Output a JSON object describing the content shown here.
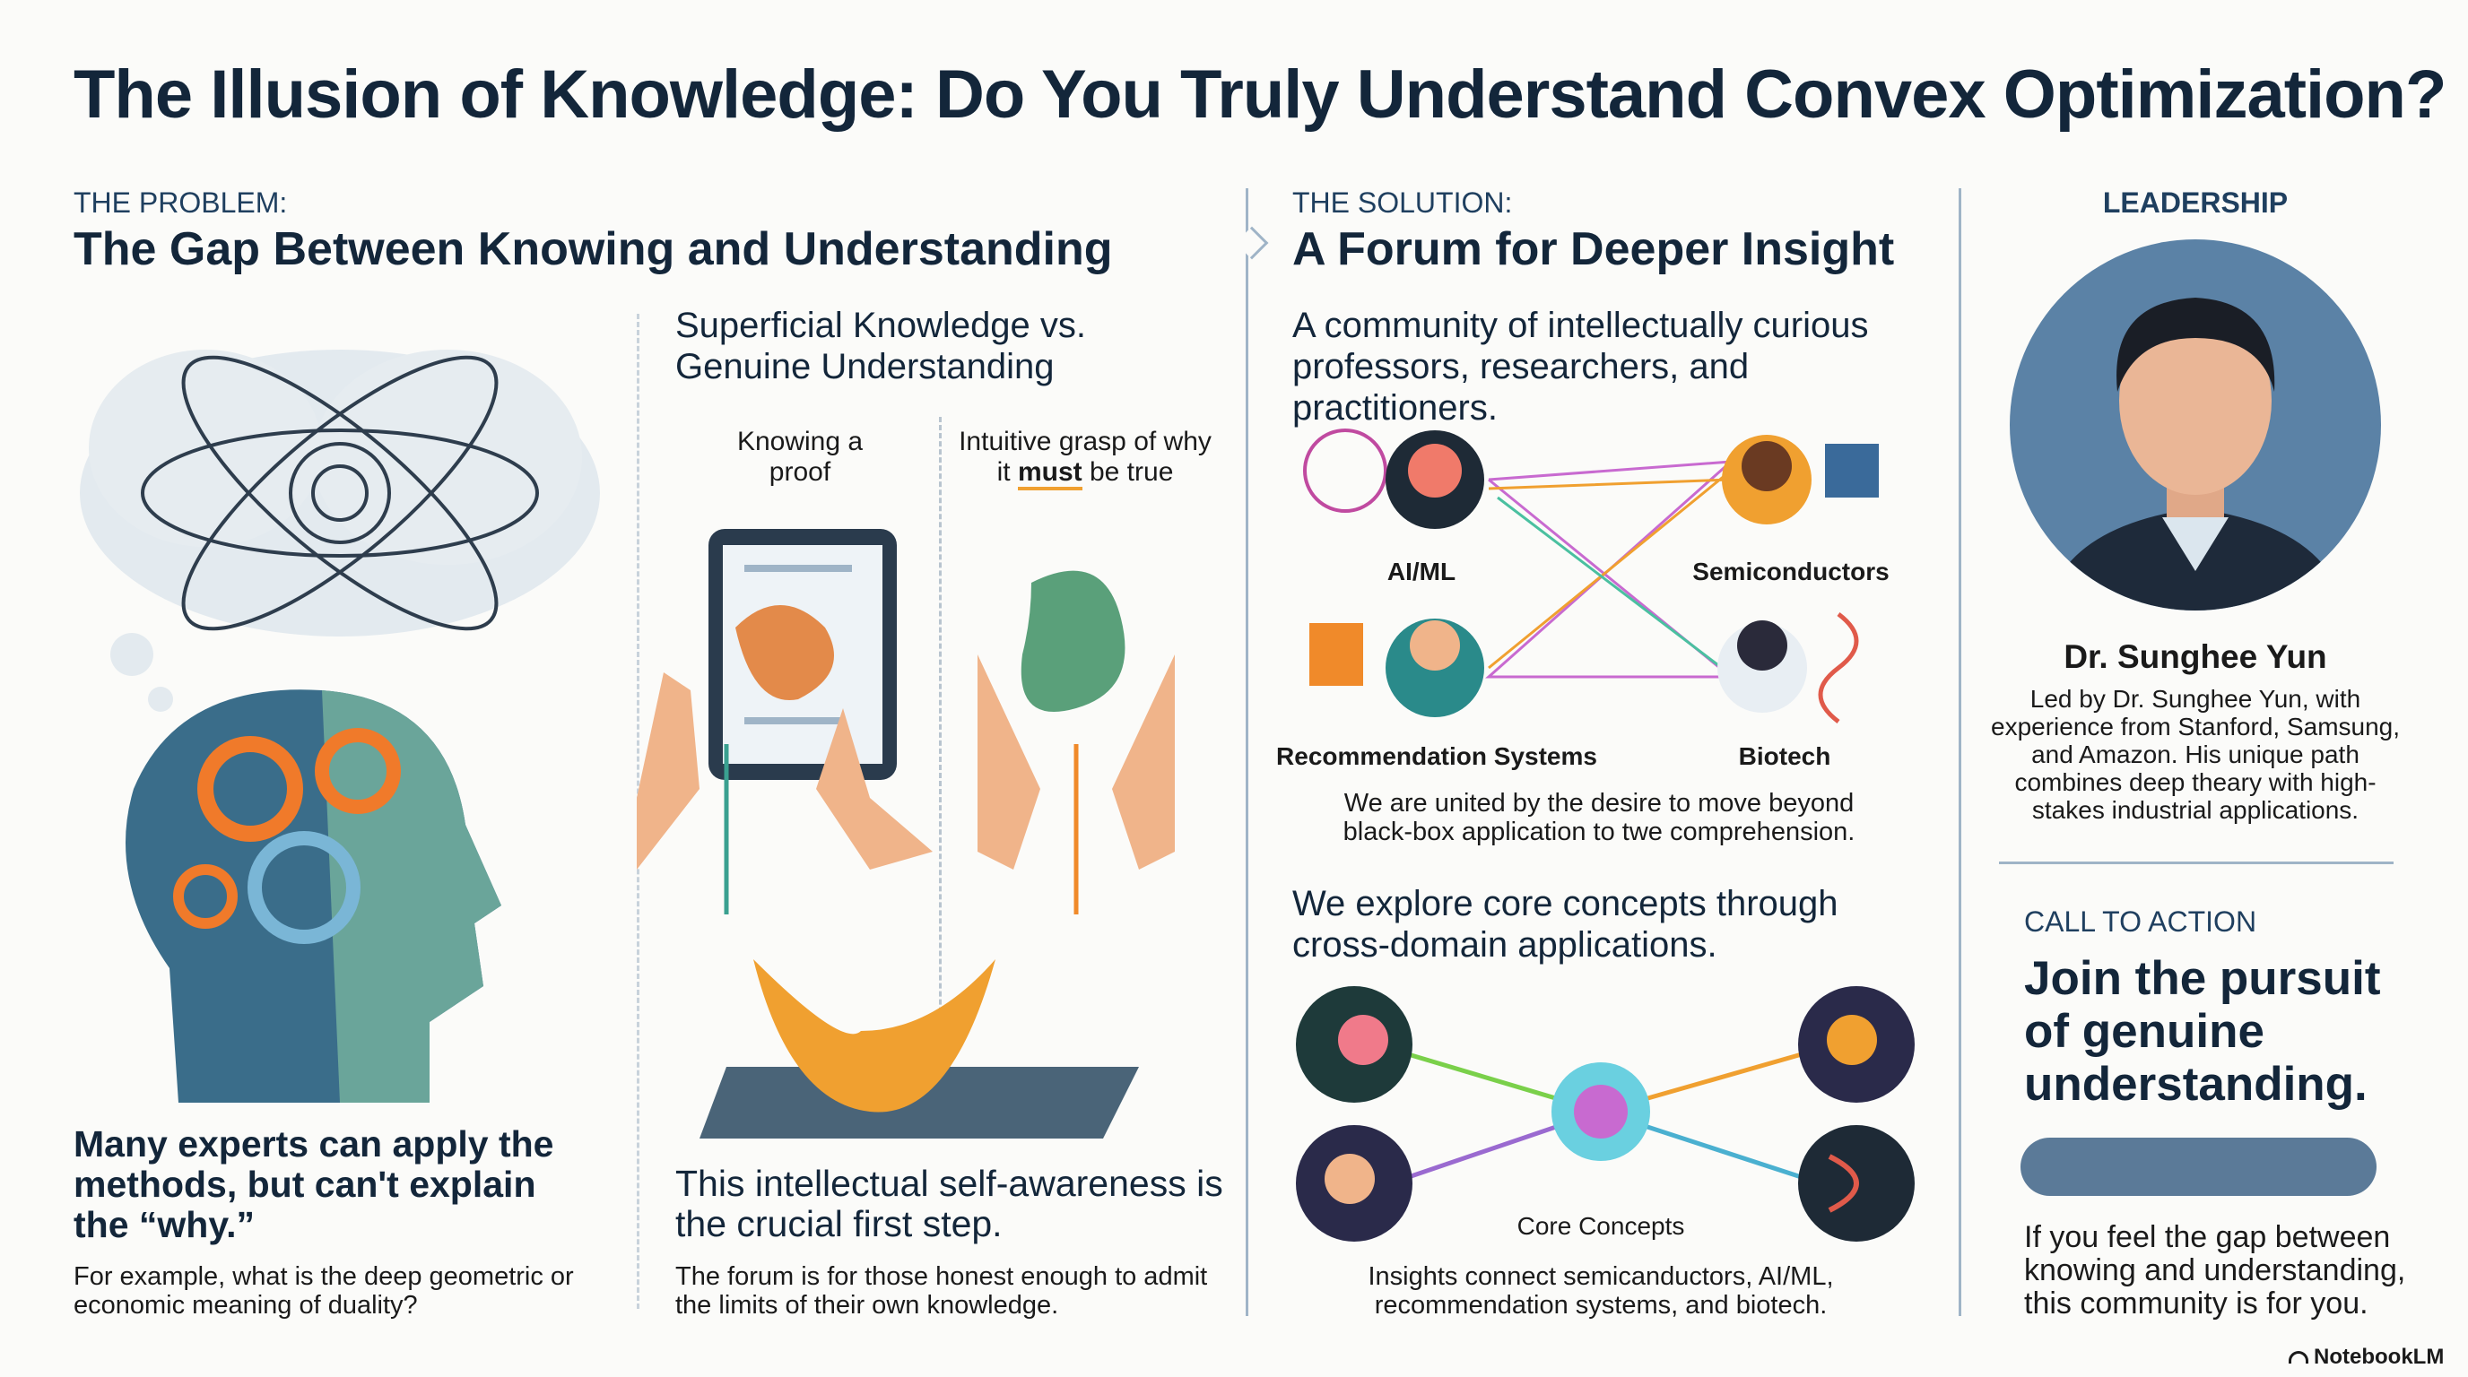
{
  "title": "The Illusion of Knowledge: Do You Truly Understand Convex Optimization?",
  "problem": {
    "label": "THE PROBLEM:",
    "heading": "The Gap Between Knowing and Understanding",
    "left": {
      "headline": "Many experts can apply the methods, but can't explain the “why.”",
      "example": "For example, what is the deep geometric or economic meaning of duality?"
    },
    "right": {
      "heading": "Superficial Knowledge vs. Genuine Understanding",
      "knowing": "Knowing a proof",
      "intuitive_pre": "Intuitive grasp of why it ",
      "intuitive_em": "must",
      "intuitive_post": " be true",
      "headline": "This intellectual self-awareness is the crucial first step.",
      "body": "The forum is for those honest enough to admit the limits of their own knowledge."
    }
  },
  "solution": {
    "label": "THE SOLUTION:",
    "heading": "A Forum for Deeper Insight",
    "community": "A community of intellectually curious professors, researchers, and practitioners.",
    "domains": [
      "AI/ML",
      "Semiconductors",
      "Recommendation Systems",
      "Biotech"
    ],
    "united": "We are united by the desire to move beyond black-box application to twe comprehension.",
    "explore": "We explore core concepts through cross-domain applications.",
    "core": "Core Concepts",
    "insights": "Insights connect semicanductors, AI/ML, recommendation systems, and biotech."
  },
  "leadership": {
    "label": "LEADERSHIP",
    "name": "Dr. Sunghee Yun",
    "bio": "Led by Dr. Sunghee Yun, with experience from Stanford, Samsung, and Amazon. His unique path combines deep theary with high-stakes industrial applications."
  },
  "cta": {
    "label": "CALL TO ACTION",
    "headline": "Join the pursuit of genuine understanding.",
    "body": "If you feel the gap between knowing and understanding, this community is for you."
  },
  "brand": "NotebookLM",
  "colors": {
    "navy": "#13263a",
    "accent": "#5b7a98",
    "divider": "#9fb4c7"
  }
}
